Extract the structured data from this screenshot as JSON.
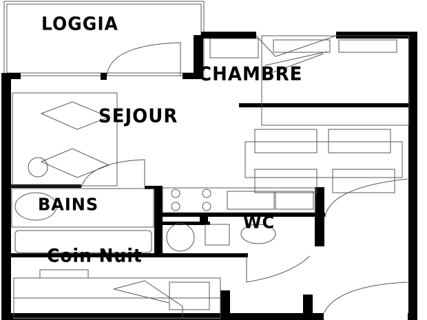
{
  "rooms": {
    "loggia": "LOGGIA",
    "chambre": "CHAMBRE",
    "sejour": "SEJOUR",
    "bains": "BAINS",
    "wc": "WC",
    "coin_nuit": "Coin Nuit"
  },
  "colors": {
    "wall": "#000000",
    "line": "#555555",
    "background": "#ffffff"
  }
}
